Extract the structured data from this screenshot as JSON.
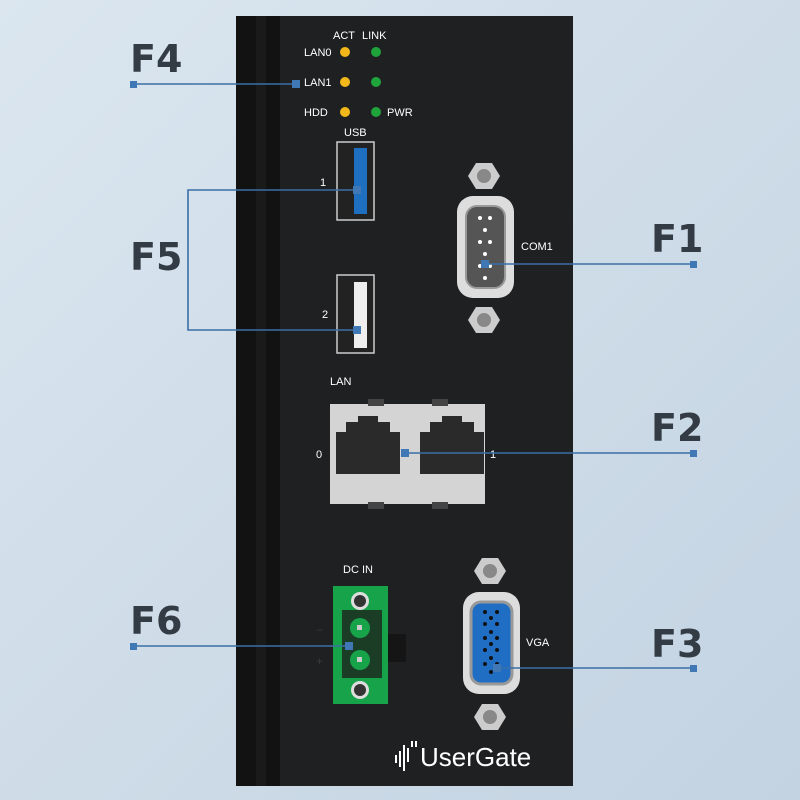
{
  "callouts": {
    "f1": "F1",
    "f2": "F2",
    "f3": "F3",
    "f4": "F4",
    "f5": "F5",
    "f6": "F6"
  },
  "leds": {
    "header_act": "ACT",
    "header_link": "LINK",
    "lan0": "LAN0",
    "lan1": "LAN1",
    "hdd": "HDD",
    "pwr": "PWR"
  },
  "usb": {
    "title": "USB",
    "port1": "1",
    "port2": "2"
  },
  "com": {
    "label": "COM1"
  },
  "lan": {
    "title": "LAN",
    "port0": "0",
    "port1": "1"
  },
  "dc": {
    "title": "DC IN",
    "minus": "−",
    "plus": "+"
  },
  "vga": {
    "label": "VGA"
  },
  "brand": {
    "logo": "UserGate"
  },
  "colors": {
    "panel": "#1f2022",
    "led_act": "#f2b81a",
    "led_link": "#1fa33b",
    "usb3": "#1e6fc0",
    "vga": "#1f6ec4",
    "terminal": "#17a34a",
    "callout_line": "#3a6fa6"
  }
}
